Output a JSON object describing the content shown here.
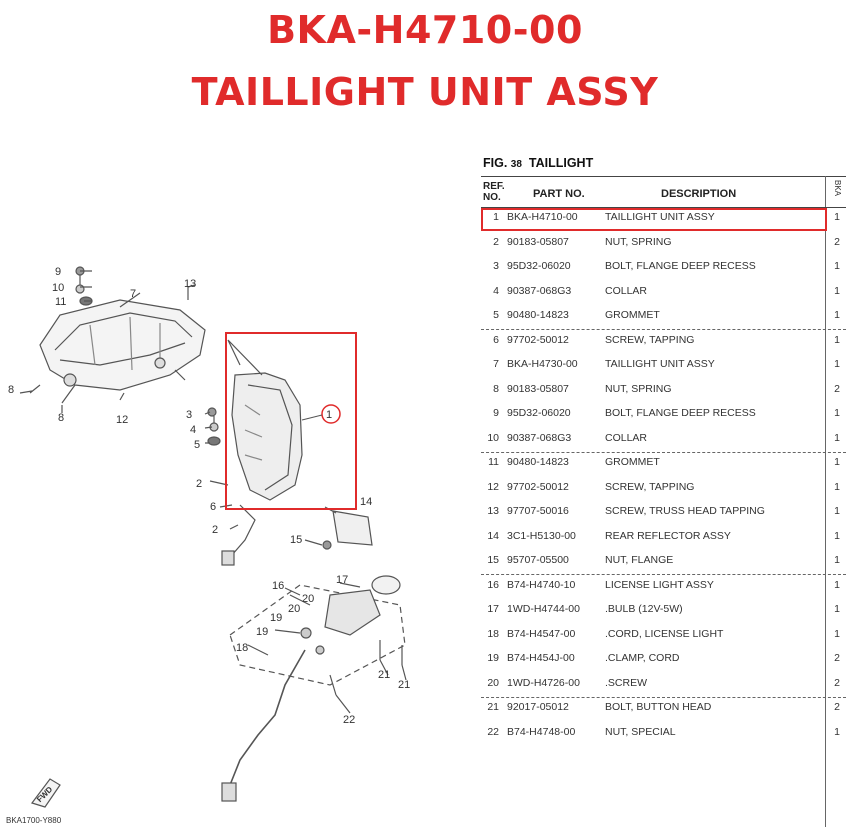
{
  "header": {
    "part_number": "BKA-H4710-00",
    "part_name": "TAILLIGHT UNIT ASSY"
  },
  "figure": {
    "label": "FIG.",
    "number": "38",
    "name": "TAILLIGHT",
    "diagram_code": "BKA1700-Y880",
    "fwd_label": "FWD",
    "callouts": [
      "1",
      "2",
      "3",
      "4",
      "5",
      "6",
      "7",
      "8",
      "9",
      "10",
      "11",
      "12",
      "13",
      "14",
      "15",
      "16",
      "17",
      "18",
      "19",
      "20",
      "21",
      "22"
    ]
  },
  "table": {
    "columns": {
      "ref": "REF. NO.",
      "part": "PART NO.",
      "desc": "DESCRIPTION",
      "model": "BKA"
    },
    "highlight_color": "#e02b2b",
    "rows": [
      {
        "ref": "1",
        "part": "BKA-H4710-00",
        "desc": "TAILLIGHT UNIT ASSY",
        "qty": "1"
      },
      {
        "ref": "2",
        "part": "90183-05807",
        "desc": "NUT, SPRING",
        "qty": "2"
      },
      {
        "ref": "3",
        "part": "95D32-06020",
        "desc": "BOLT, FLANGE DEEP RECESS",
        "qty": "1"
      },
      {
        "ref": "4",
        "part": "90387-068G3",
        "desc": "COLLAR",
        "qty": "1"
      },
      {
        "ref": "5",
        "part": "90480-14823",
        "desc": "GROMMET",
        "qty": "1"
      },
      {
        "ref": "6",
        "part": "97702-50012",
        "desc": "SCREW, TAPPING",
        "qty": "1"
      },
      {
        "ref": "7",
        "part": "BKA-H4730-00",
        "desc": "TAILLIGHT UNIT ASSY",
        "qty": "1"
      },
      {
        "ref": "8",
        "part": "90183-05807",
        "desc": "NUT, SPRING",
        "qty": "2"
      },
      {
        "ref": "9",
        "part": "95D32-06020",
        "desc": "BOLT, FLANGE DEEP RECESS",
        "qty": "1"
      },
      {
        "ref": "10",
        "part": "90387-068G3",
        "desc": "COLLAR",
        "qty": "1"
      },
      {
        "ref": "11",
        "part": "90480-14823",
        "desc": "GROMMET",
        "qty": "1"
      },
      {
        "ref": "12",
        "part": "97702-50012",
        "desc": "SCREW, TAPPING",
        "qty": "1"
      },
      {
        "ref": "13",
        "part": "97707-50016",
        "desc": "SCREW, TRUSS HEAD TAPPING",
        "qty": "1"
      },
      {
        "ref": "14",
        "part": "3C1-H5130-00",
        "desc": "REAR REFLECTOR ASSY",
        "qty": "1"
      },
      {
        "ref": "15",
        "part": "95707-05500",
        "desc": "NUT, FLANGE",
        "qty": "1"
      },
      {
        "ref": "16",
        "part": "B74-H4740-10",
        "desc": "LICENSE LIGHT ASSY",
        "qty": "1"
      },
      {
        "ref": "17",
        "part": "1WD-H4744-00",
        "desc": ".BULB (12V-5W)",
        "qty": "1"
      },
      {
        "ref": "18",
        "part": "B74-H4547-00",
        "desc": ".CORD, LICENSE LIGHT",
        "qty": "1"
      },
      {
        "ref": "19",
        "part": "B74-H454J-00",
        "desc": ".CLAMP, CORD",
        "qty": "2"
      },
      {
        "ref": "20",
        "part": "1WD-H4726-00",
        "desc": ".SCREW",
        "qty": "2"
      },
      {
        "ref": "21",
        "part": "92017-05012",
        "desc": "BOLT, BUTTON HEAD",
        "qty": "2"
      },
      {
        "ref": "22",
        "part": "B74-H4748-00",
        "desc": "NUT, SPECIAL",
        "qty": "1"
      }
    ]
  }
}
